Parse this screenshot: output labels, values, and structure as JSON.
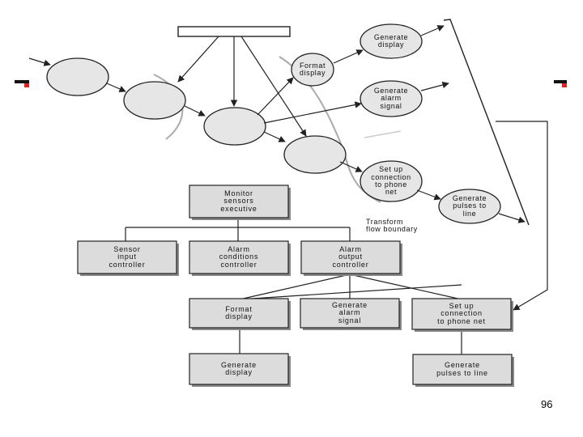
{
  "dfd": {
    "bubbles": [
      {
        "id": "format-display",
        "label": "Format\ndisplay"
      },
      {
        "id": "generate-display",
        "label": "Generate\ndisplay"
      },
      {
        "id": "generate-alarm-signal",
        "label": "Generate\nalarm\nsignal"
      },
      {
        "id": "set-up-connection",
        "label": "Set up\nconnection\nto phone\nnet"
      },
      {
        "id": "generate-pulses",
        "label": "Generate\npulses to\nline"
      }
    ],
    "transform_boundary_label": "Transform\nflow boundary"
  },
  "hierarchy": {
    "root": "Monitor\nsensors\nexecutive",
    "level1": [
      "Sensor\ninput\ncontroller",
      "Alarm\nconditions\ncontroller",
      "Alarm\noutput\ncontroller"
    ],
    "level2": [
      "Format\ndisplay",
      "Generate\nalarm\nsignal",
      "Set up\nconnection\nto phone net"
    ],
    "level3": [
      "Generate\ndisplay",
      "Generate\npulses to line"
    ]
  },
  "colors": {
    "box_fill": "#dcdcdc",
    "bubble_fill": "#e6e6e6",
    "stroke": "#222222",
    "marker_red": "#dd2222"
  },
  "page_number": "96"
}
